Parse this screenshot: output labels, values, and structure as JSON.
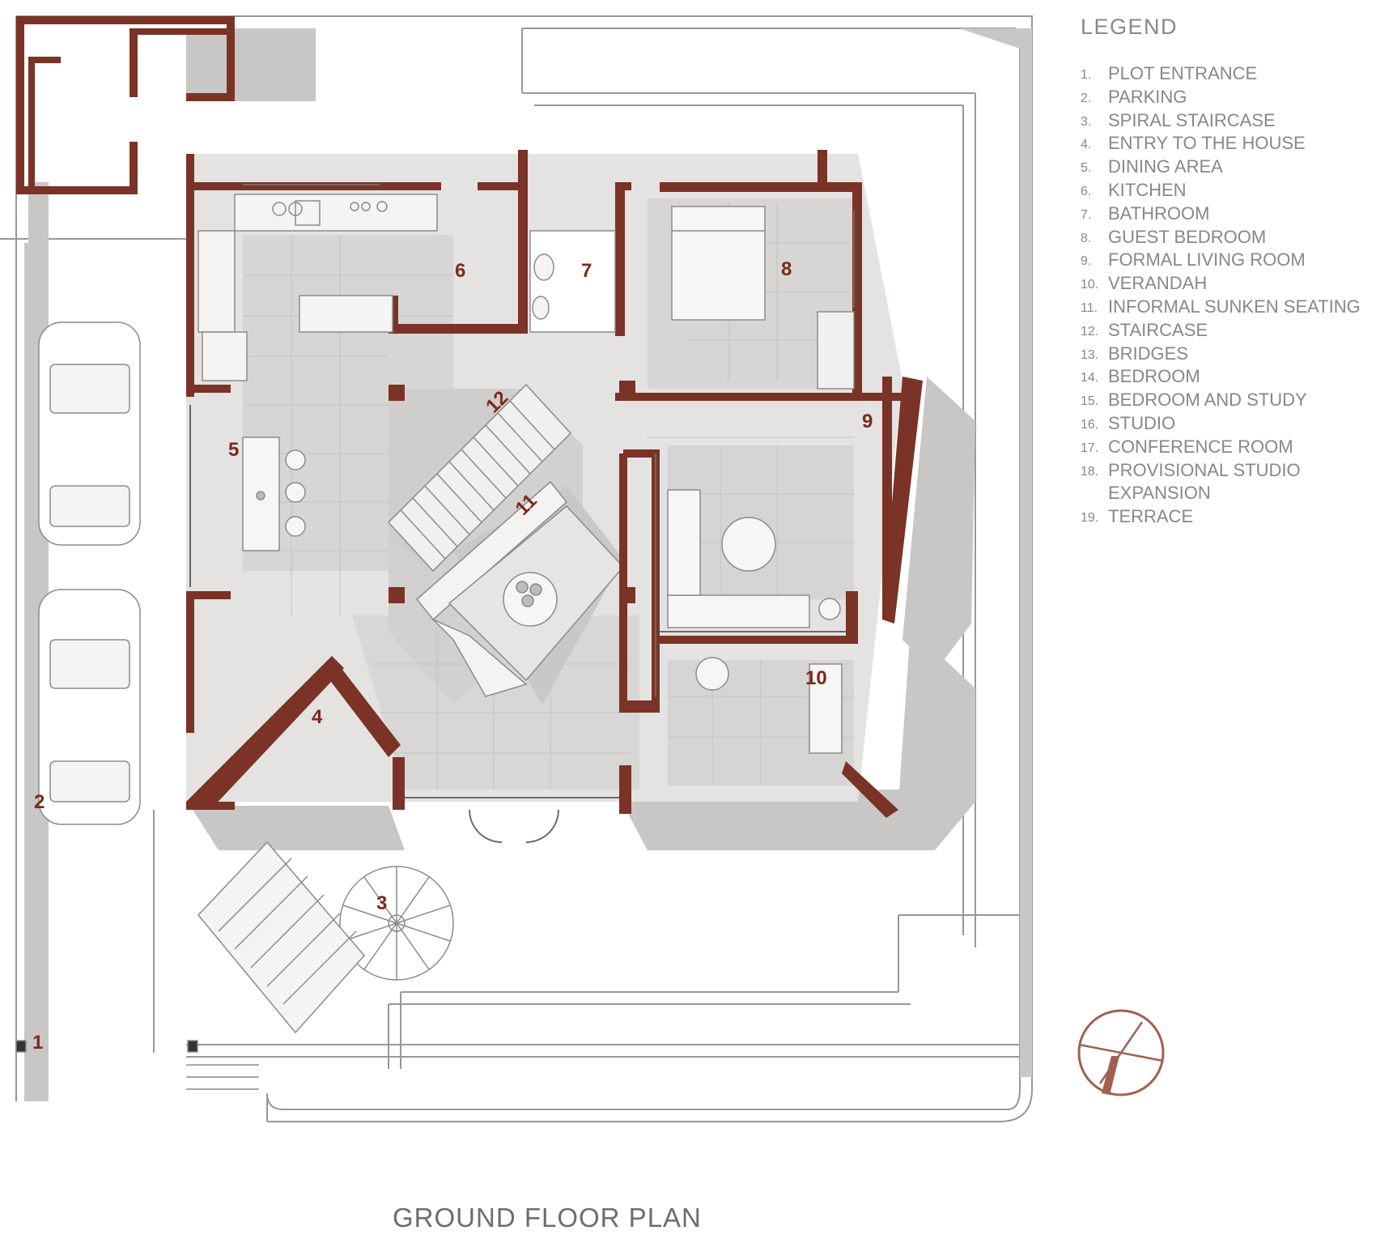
{
  "legend": {
    "title": "LEGEND",
    "items": [
      {
        "num": "1.",
        "label": "PLOT ENTRANCE"
      },
      {
        "num": "2.",
        "label": "PARKING"
      },
      {
        "num": "3.",
        "label": "SPIRAL STAIRCASE"
      },
      {
        "num": "4.",
        "label": "ENTRY TO THE HOUSE"
      },
      {
        "num": "5.",
        "label": "DINING AREA"
      },
      {
        "num": "6.",
        "label": "KITCHEN"
      },
      {
        "num": "7.",
        "label": "BATHROOM"
      },
      {
        "num": "8.",
        "label": "GUEST BEDROOM"
      },
      {
        "num": "9.",
        "label": "FORMAL LIVING ROOM"
      },
      {
        "num": "10.",
        "label": "VERANDAH"
      },
      {
        "num": "11.",
        "label": "INFORMAL SUNKEN SEATING"
      },
      {
        "num": "12.",
        "label": "STAIRCASE"
      },
      {
        "num": "13.",
        "label": "BRIDGES"
      },
      {
        "num": "14.",
        "label": "BEDROOM"
      },
      {
        "num": "15.",
        "label": "BEDROOM AND STUDY"
      },
      {
        "num": "16.",
        "label": "STUDIO"
      },
      {
        "num": "17.",
        "label": "CONFERENCE ROOM"
      },
      {
        "num": "18.",
        "label": "PROVISIONAL STUDIO EXPANSION"
      },
      {
        "num": "19.",
        "label": "TERRACE"
      }
    ]
  },
  "plan": {
    "title": "GROUND FLOOR PLAN",
    "room_numbers": [
      "1",
      "2",
      "3",
      "4",
      "5",
      "6",
      "7",
      "8",
      "9",
      "10",
      "11",
      "12"
    ],
    "colors": {
      "wall": "#7a3326",
      "shadow": "#b9b7b5",
      "floor": "#dcdbd9",
      "line": "#9a9896",
      "legend_text": "#8a8784",
      "label": "#7a2a1f"
    },
    "north_arrow_icon": "compass-north-arrow-icon"
  }
}
